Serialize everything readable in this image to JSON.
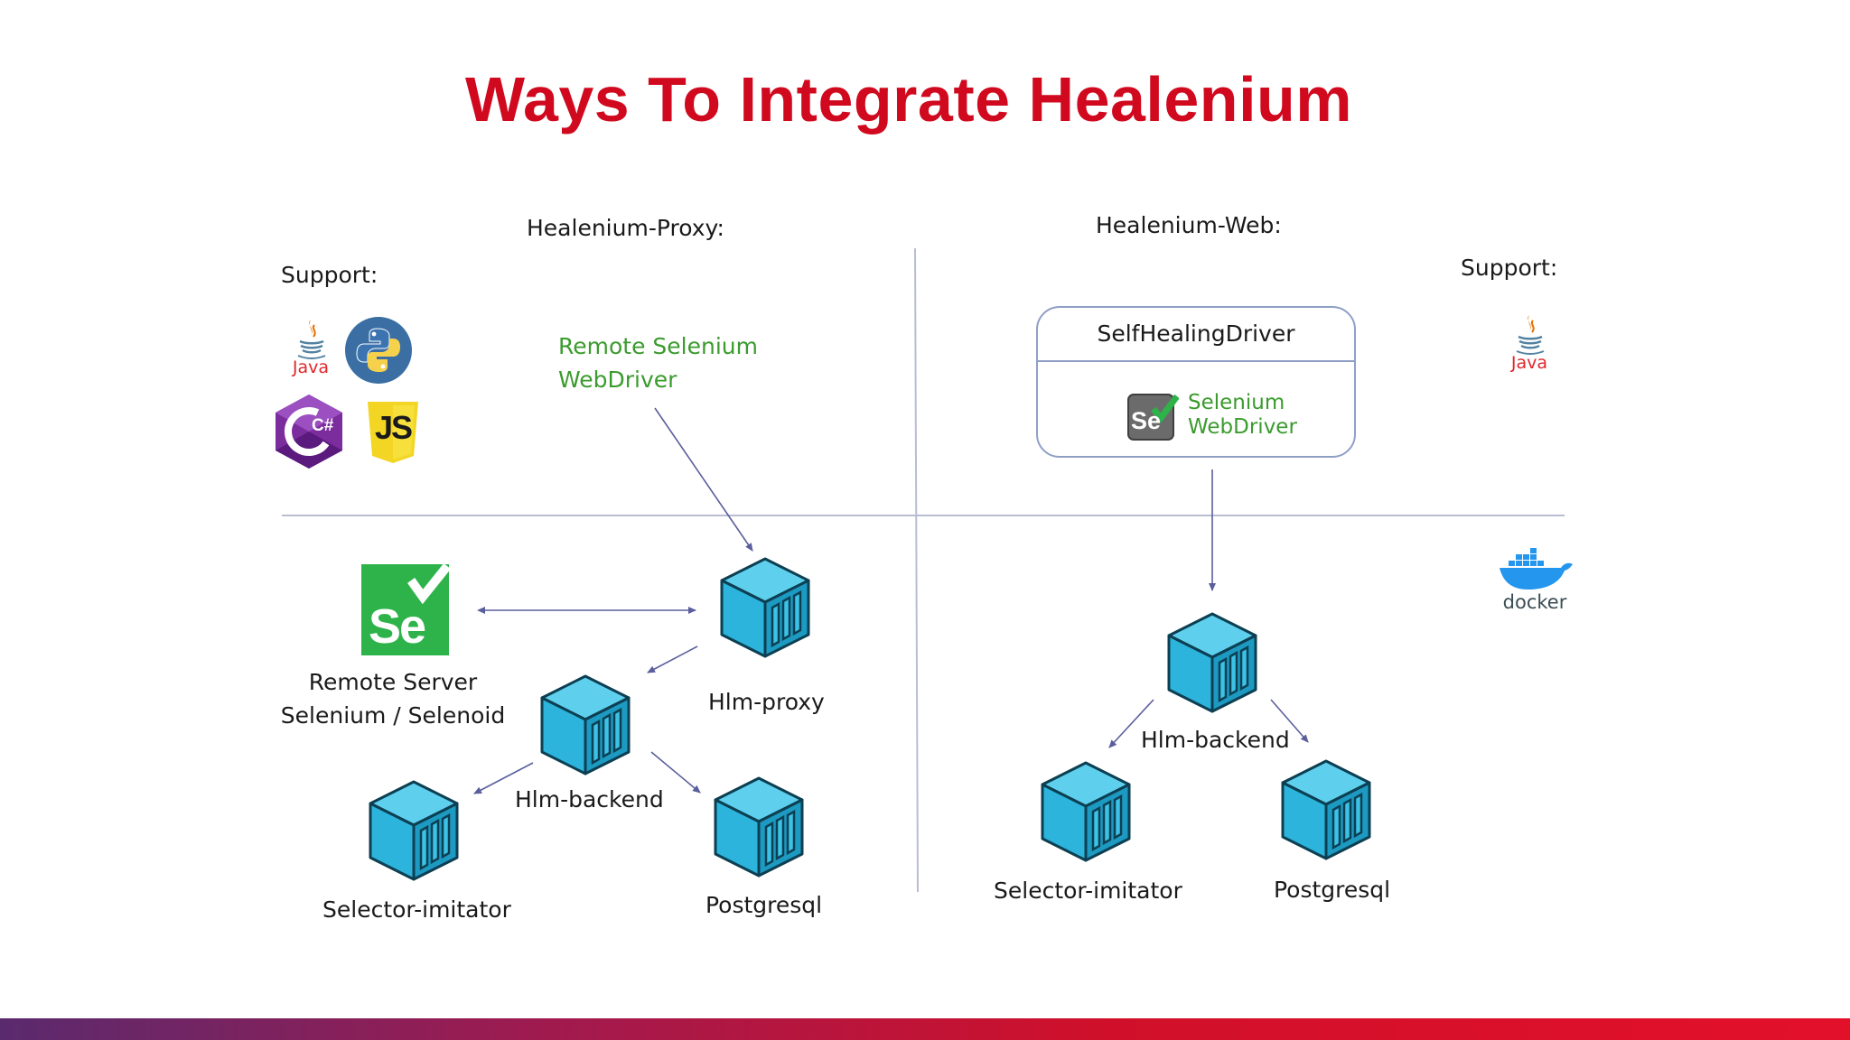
{
  "title": "Ways To Integrate Healenium",
  "proxy": {
    "heading": "Healenium-Proxy:",
    "support_label": "Support:",
    "languages": [
      "java",
      "python",
      "csharp",
      "javascript"
    ],
    "java_text": "Java",
    "csharp_text": "C#",
    "js_text": "JS",
    "remote_webdriver": [
      "Remote Selenium",
      "WebDriver"
    ],
    "selenium_logo_text": "Se",
    "remote_server": [
      "Remote Server",
      "Selenium / Selenoid"
    ],
    "hlm_proxy": "Hlm-proxy",
    "hlm_backend": "Hlm-backend",
    "selector_imitator": "Selector-imitator",
    "postgresql": "Postgresql"
  },
  "web": {
    "heading": "Healenium-Web:",
    "support_label": "Support:",
    "java_text": "Java",
    "self_healing_driver": "SelfHealingDriver",
    "selenium_logo_text": "Se",
    "selenium_webdriver": [
      "Selenium",
      "WebDriver"
    ],
    "docker_text": "docker",
    "hlm_backend": "Hlm-backend",
    "selector_imitator": "Selector-imitator",
    "postgresql": "Postgresql"
  },
  "colors": {
    "title": "#d0091e",
    "cube_top": "#5ed0ee",
    "cube_left": "#2cb4dc",
    "cube_right": "#1d9ac2",
    "arrow": "#5a5f9c",
    "selenium_green": "#2db34a",
    "label_green": "#3b9b2e"
  }
}
